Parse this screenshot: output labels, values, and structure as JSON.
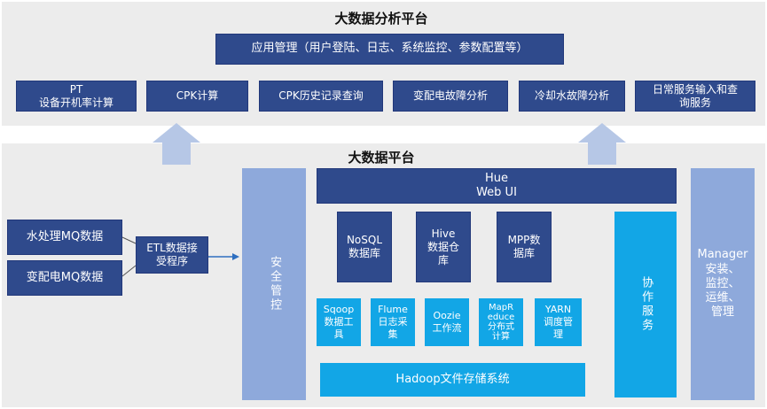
{
  "top": {
    "title": "大数据分析平台",
    "app_mgmt": "应用管理（用户登陆、日志、系统监控、参数配置等）",
    "items": [
      "PT\n设备开机率计算",
      "CPK计算",
      "CPK历史记录查询",
      "变配电故障分析",
      "冷却水故障分析",
      "日常服务输入和查\n询服务"
    ]
  },
  "bottom": {
    "title": "大数据平台",
    "sources": [
      "水处理MQ数据",
      "变配电MQ数据"
    ],
    "etl": "ETL数据接\n受程序",
    "security": "安全管控",
    "hue": "Hue\nWeb UI",
    "stores": [
      "NoSQL\n数据库",
      "Hive\n数据仓\n库",
      "MPP数\n据库"
    ],
    "tools": [
      "Sqoop\n数据工\n具",
      "Flume\n日志采\n集",
      "Oozie\n工作流",
      "MapR\neduce\n分布式\n计算",
      "YARN\n调度管\n理"
    ],
    "hdfs": "Hadoop文件存储系统",
    "coop": "协作服务",
    "manager": "Manager\n安装、\n监控、\n运维、\n管理"
  },
  "colors": {
    "navy": "#2f4a8c",
    "light": "#8ea9db",
    "cyan": "#12a6e6",
    "panel": "#ececec"
  }
}
